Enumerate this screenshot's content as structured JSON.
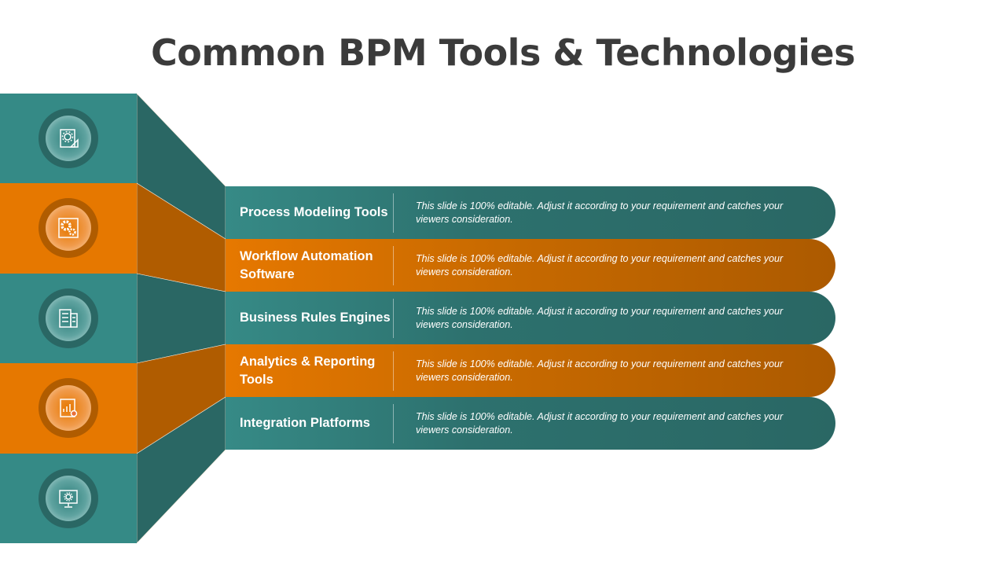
{
  "title": "Common BPM Tools & Technologies",
  "colors": {
    "teal": "#358a86",
    "teal_dark": "#2a6764",
    "orange": "#e67800",
    "orange_dark": "#b05c00"
  },
  "icons": [
    "blueprint-gear-icon",
    "gear-process-icon",
    "checklist-document-icon",
    "analytics-report-icon",
    "monitor-settings-icon"
  ],
  "items": [
    {
      "title": "Process Modeling Tools",
      "desc": "This slide is 100% editable. Adjust it according to your requirement and catches your viewers consideration.",
      "color": "teal"
    },
    {
      "title": "Workflow Automation Software",
      "desc": "This slide is 100% editable. Adjust it according to your requirement and catches your viewers consideration.",
      "color": "orange"
    },
    {
      "title": "Business Rules Engines",
      "desc": "This slide is 100% editable. Adjust it according to your requirement and catches your viewers consideration.",
      "color": "teal"
    },
    {
      "title": "Analytics & Reporting Tools",
      "desc": "This slide is 100% editable. Adjust it according to your requirement and catches your viewers consideration.",
      "color": "orange"
    },
    {
      "title": "Integration Platforms",
      "desc": "This slide is 100% editable. Adjust it according to your requirement and catches your viewers consideration.",
      "color": "teal"
    }
  ]
}
